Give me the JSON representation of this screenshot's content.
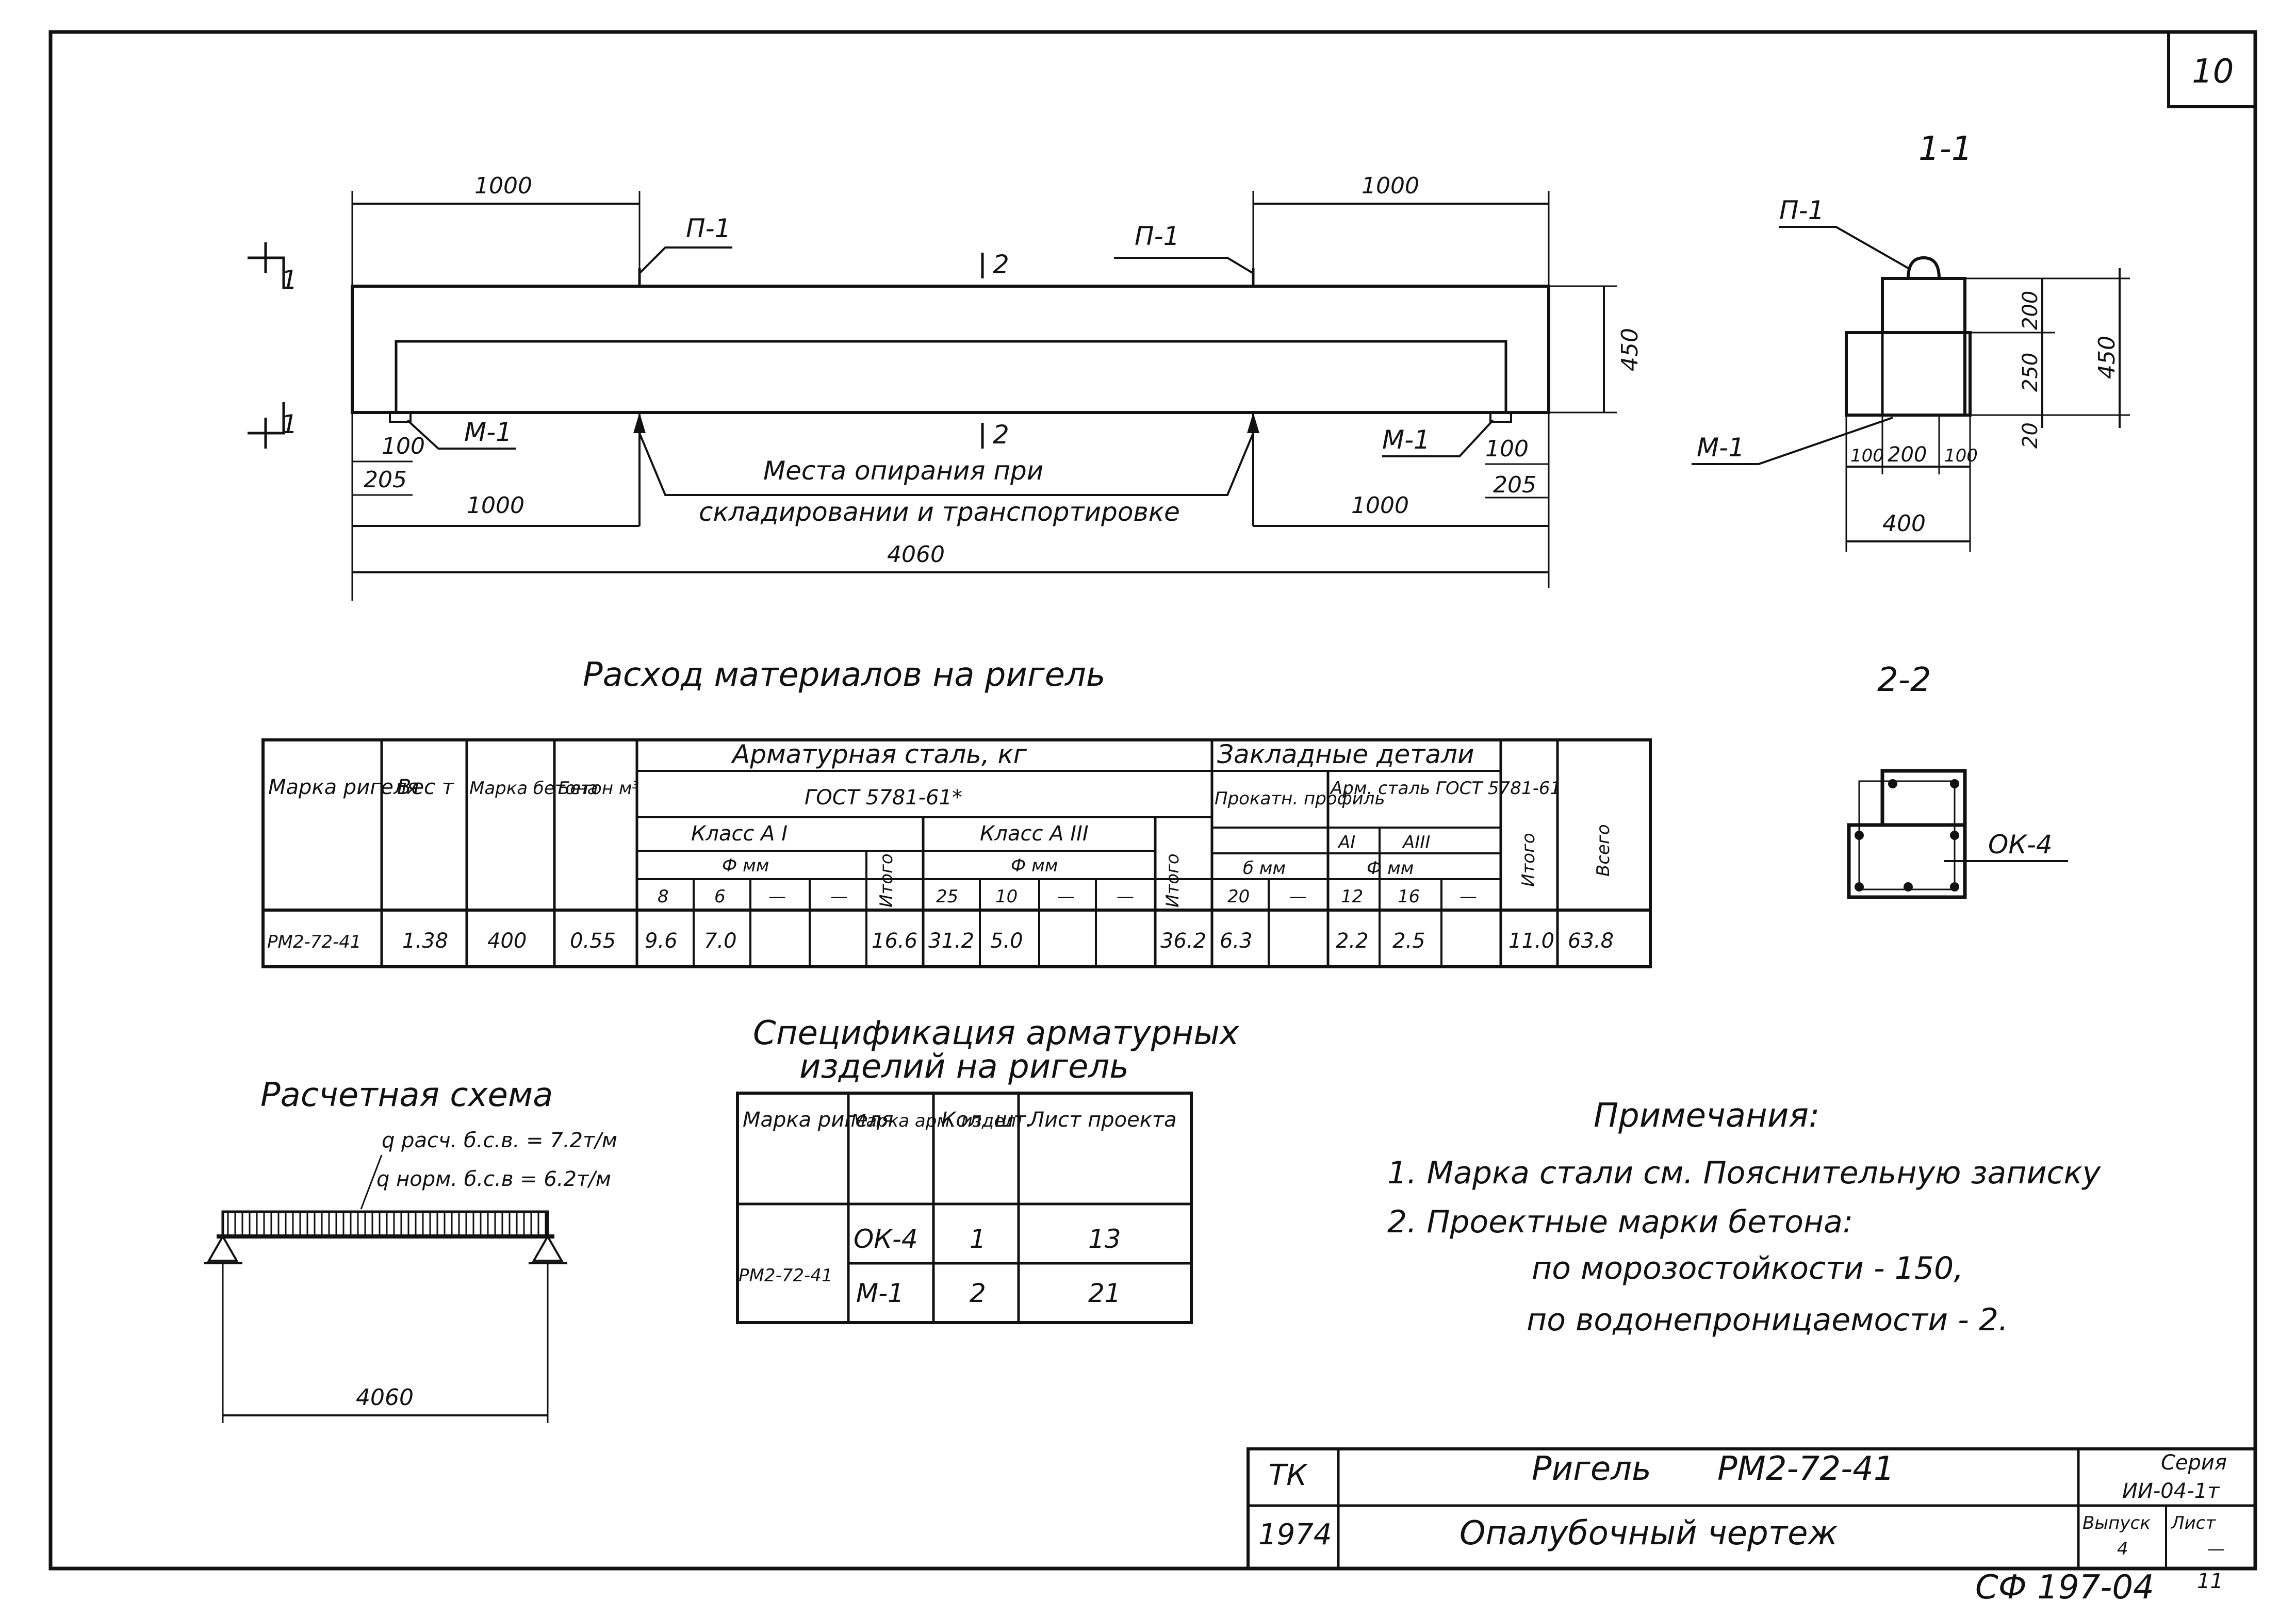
{
  "sheet": {
    "page_number": "10",
    "bottom_code": "CФ 197-04",
    "bottom_sheet": "11"
  },
  "elevation": {
    "dims_top": [
      "1000",
      "1000"
    ],
    "dims_bottom": [
      "1000",
      "1000"
    ],
    "height": "450",
    "overall_length": "4060",
    "left_small": [
      "100",
      "205"
    ],
    "right_small": [
      "100",
      "205"
    ],
    "labels": {
      "p1_left": "П-1",
      "p1_right": "П-1",
      "m1_left": "М-1",
      "m1_right": "М-1",
      "section_2_top": "2",
      "section_2_bottom": "2",
      "section_1_top": "1",
      "section_1_bottom": "1"
    },
    "support_note_line1": "Места опирания при",
    "support_note_line2": "складировании и транспортировке"
  },
  "section_1_1": {
    "title": "1-1",
    "p1": "П-1",
    "m1": "М-1",
    "dims_vertical": [
      "200",
      "250",
      "20"
    ],
    "total_height": "450",
    "dims_horizontal": [
      "100",
      "200",
      "100"
    ],
    "total_width": "400"
  },
  "section_2_2": {
    "title": "2-2",
    "label": "ОК-4"
  },
  "materials_table": {
    "title": "Расход материалов на ригель",
    "headers": {
      "brand": "Марка ригеля",
      "weight": "Вес т",
      "concrete_brand": "Марка бетона",
      "concrete": "Бетон м³",
      "rebar_steel": "Арматурная сталь, кг",
      "gost": "ГОСТ 5781-61*",
      "class_a1": "Класс А I",
      "class_a3": "Класс А III",
      "phi_mm": "Ф мм",
      "total": "Итого",
      "embedded": "Закладные детали",
      "rolled": "Прокатн. профиль",
      "arm_steel": "Арм. сталь ГОСТ 5781-61",
      "a1": "АI",
      "a3": "АIII",
      "mm": "б мм",
      "phi_mm2": "Ф мм",
      "itogo": "Итого",
      "vsego": "Всего"
    },
    "subheaders": [
      "8",
      "6",
      "—",
      "—",
      "25",
      "10",
      "—",
      "—",
      "20",
      "—",
      "12",
      "16",
      "—"
    ],
    "row": [
      "РМ2-72-41",
      "1.38",
      "400",
      "0.55",
      "9.6",
      "7.0",
      "",
      "",
      "16.6",
      "31.2",
      "5.0",
      "",
      "",
      "36.2",
      "6.3",
      "",
      "2.2",
      "2.5",
      "",
      "11.0",
      "63.8"
    ]
  },
  "spec_table": {
    "title_line1": "Спецификация арматурных",
    "title_line2": "изделий на ригель",
    "headers": [
      "Марка ригеля",
      "Марка арм. издел.",
      "Кол. шт.",
      "Лист проекта"
    ],
    "brand": "РМ2-72-41",
    "rows": [
      [
        "ОК-4",
        "1",
        "13"
      ],
      [
        "М-1",
        "2",
        "21"
      ]
    ]
  },
  "scheme": {
    "title": "Расчетная схема",
    "load1": "q расч. б.с.в. = 7.2т/м",
    "load2": "q норм. б.с.в = 6.2т/м",
    "span": "4060"
  },
  "notes": {
    "title": "Примечания:",
    "line1": "1. Марка стали см. Пояснительную записку",
    "line2": "2. Проектные марки бетона:",
    "line3": "по морозостойкости - 150,",
    "line4": "по водонепроницаемости - 2."
  },
  "stamp": {
    "tk": "ТК",
    "year": "1974",
    "name_word": "Ригель",
    "name_code": "РМ2-72-41",
    "subtitle": "Опалубочный чертеж",
    "series_label": "Серия",
    "series_value": "ИИ-04-1т",
    "issue_label": "Выпуск",
    "issue_value": "4",
    "sheet_label": "Лист",
    "sheet_value": "—"
  }
}
